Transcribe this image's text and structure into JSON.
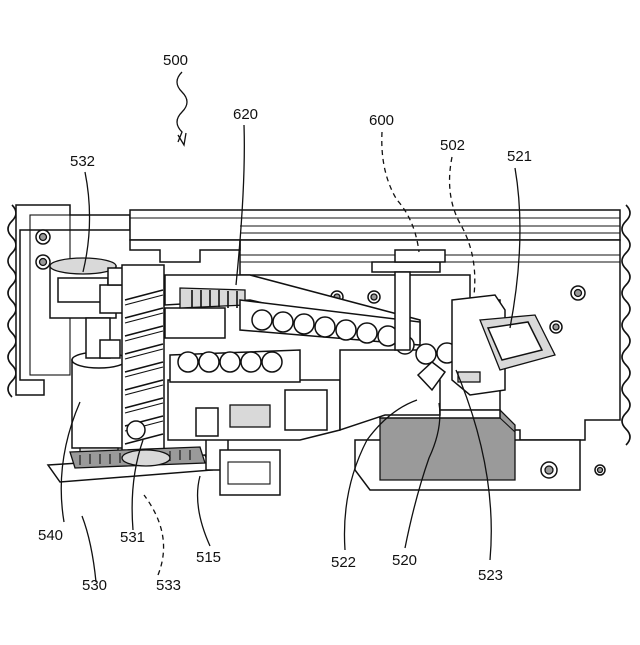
{
  "figure": {
    "labels": {
      "l500": "500",
      "l620": "620",
      "l600": "600",
      "l502": "502",
      "l521": "521",
      "l532": "532",
      "l540": "540",
      "l531": "531",
      "l515": "515",
      "l522": "522",
      "l520": "520",
      "l523": "523",
      "l530": "530",
      "l533": "533"
    }
  }
}
